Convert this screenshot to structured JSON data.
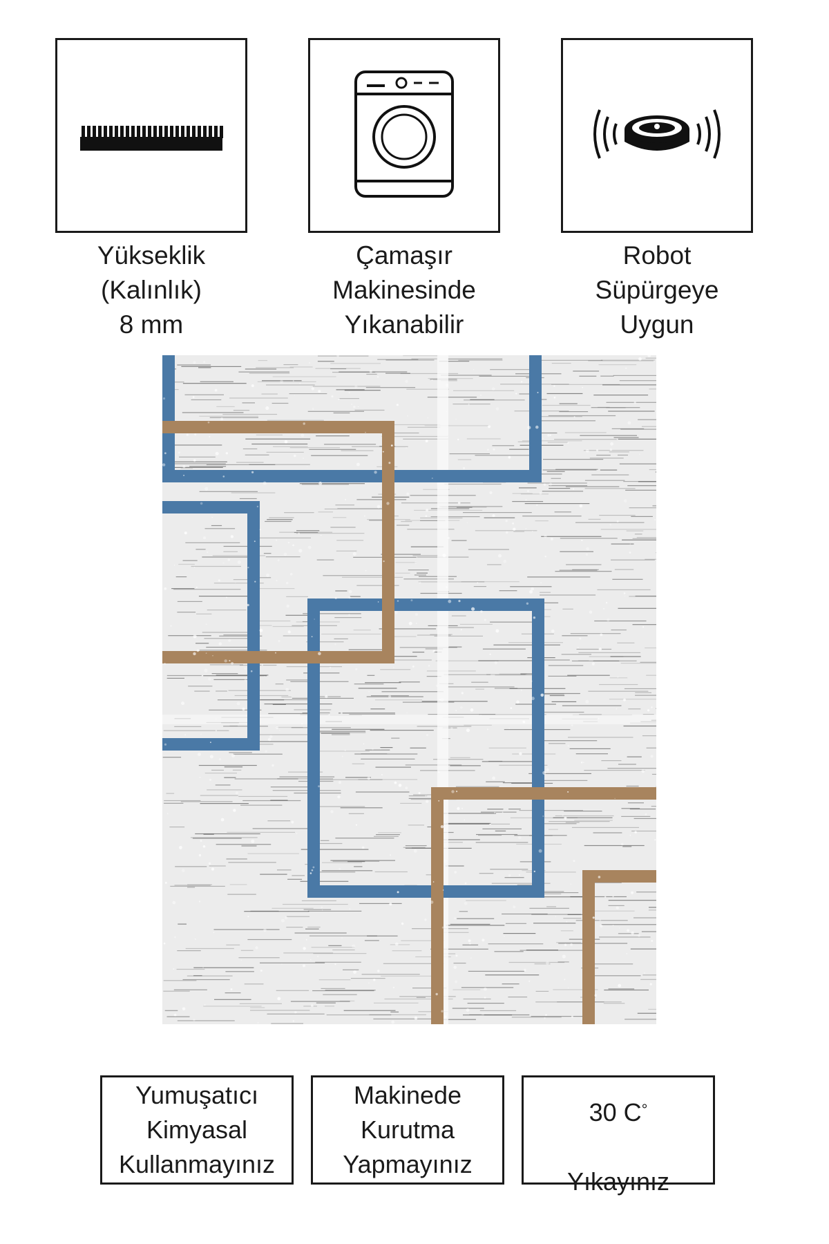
{
  "features": [
    {
      "icon": "pile-height-icon",
      "label": "Yükseklik\n(Kalınlık)\n8 mm"
    },
    {
      "icon": "washing-machine-icon",
      "label": "Çamaşır\nMakinesinde\nYıkanabilir"
    },
    {
      "icon": "robot-vacuum-icon",
      "label": "Robot\nSüpürgeye\nUygun"
    }
  ],
  "care": [
    {
      "label": "Yumuşatıcı\nKimyasal\nKullanmayınız"
    },
    {
      "label": "Makinede\nKurutma\nYapmayınız"
    },
    {
      "label_line1": "30 C",
      "label_degree": "°",
      "label_line2": "Yıkayınız"
    }
  ],
  "rug": {
    "base_color": "#ececec",
    "blue": "#4a79a6",
    "tan": "#a8845e",
    "streak": "#3a3a3a"
  }
}
